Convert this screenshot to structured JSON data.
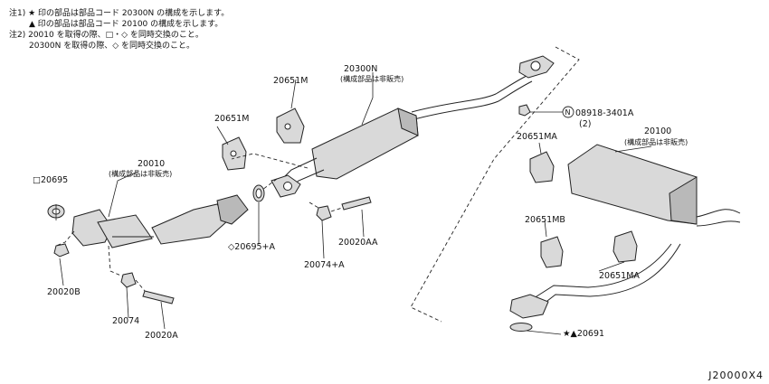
{
  "notes": {
    "line1": "注1) ★ 印の部品は部品コード 20300N の構成を示します。",
    "line2": "▲ 印の部品は部品コード 20100 の構成を示します。",
    "line3": "注2) 20010 を取得の際、□・◇ を同時交換のこと。",
    "line4": "20300N を取得の際、◇ を同時交換のこと。"
  },
  "labels": {
    "p20300N": "20300N",
    "p20300N_sub": "(構成部品は非販売)",
    "p20651M_top": "20651M",
    "p20651M_left": "20651M",
    "p08918": "08918-3401A",
    "p08918_qty": "(2)",
    "p20100": "20100",
    "p20100_sub": "(構成部品は非販売)",
    "p20651MA_top": "20651MA",
    "p20651MB": "20651MB",
    "p20651MA_bottom": "20651MA",
    "p20010": "20010",
    "p20010_sub": "(構成部品は非販売)",
    "p20695": "□20695",
    "p20695A": "◇20695+A",
    "p20020AA": "20020AA",
    "p20074A": "20074+A",
    "p20020B": "20020B",
    "p20074": "20074",
    "p20020A": "20020A",
    "p20691": "★▲20691"
  },
  "reference_code": "J20000X4"
}
